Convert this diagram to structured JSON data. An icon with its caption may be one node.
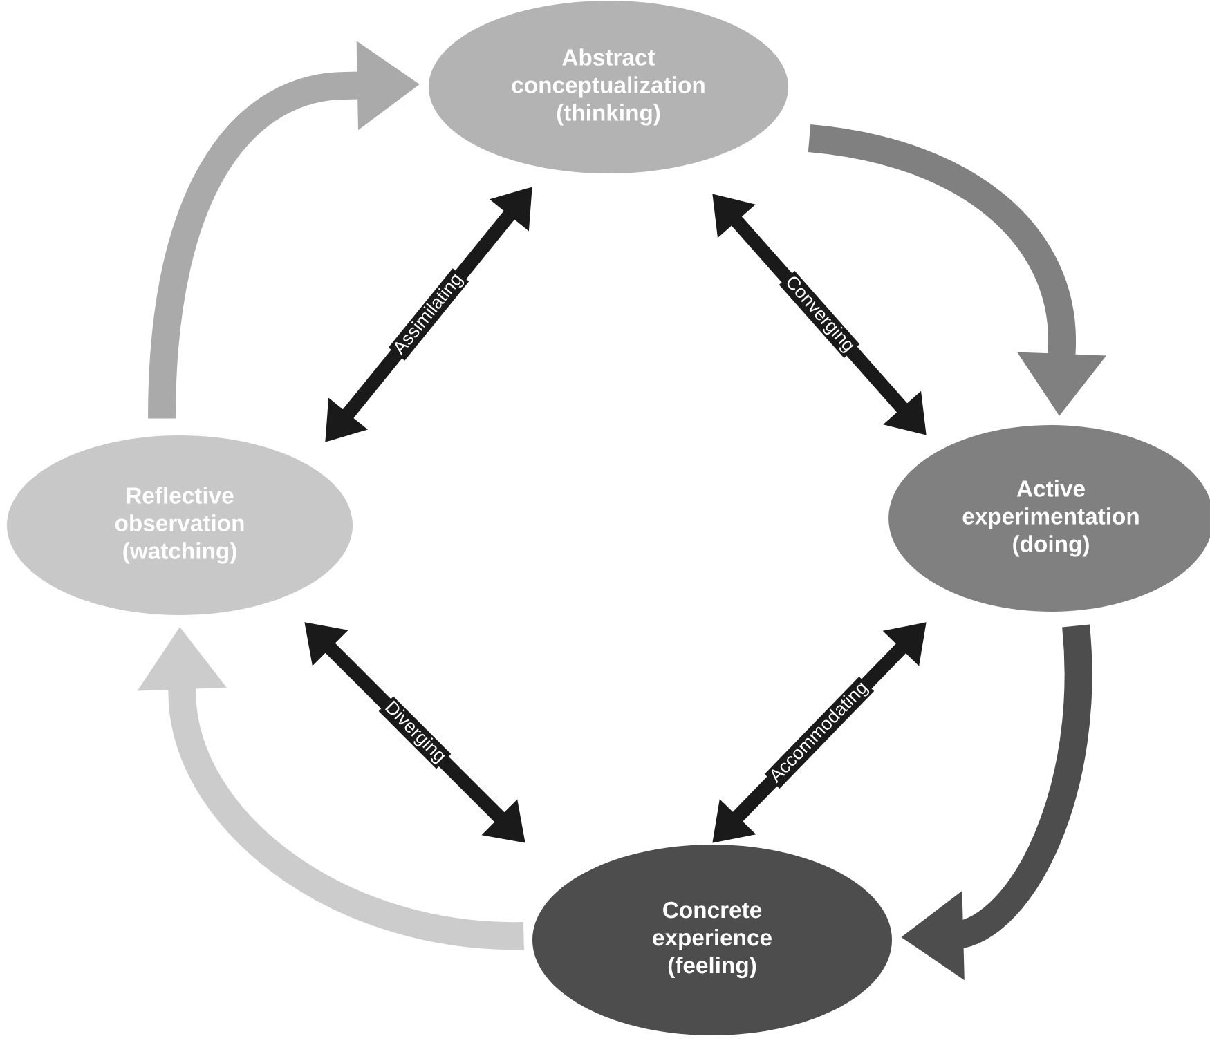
{
  "diagram": {
    "nodes": [
      {
        "text": [
          "Abstract conceptualization (thinking)"
        ]
      },
      {
        "text": [
          "Active experimentation (doing)"
        ]
      },
      {
        "text": [
          "Concrete experience (feeling)"
        ]
      },
      {
        "text": [
          "Reflective observation (watching)"
        ]
      }
    ],
    "edges": [
      {
        "from": 3,
        "to": 0,
        "arrow": "to",
        "style": "thick",
        "color": "#aaaaaa"
      },
      {
        "from": 0,
        "to": 1,
        "arrow": "to",
        "style": "thick",
        "color": "#808080"
      },
      {
        "from": 1,
        "to": 2,
        "arrow": "to",
        "style": "thick",
        "color": "#4d4d4d"
      },
      {
        "from": 2,
        "to": 3,
        "arrow": "to",
        "style": "thick",
        "color": "#cccccc"
      },
      {
        "from": 0,
        "to": 3,
        "arrow": "both",
        "label": "Assimilating",
        "color": "#1a1a1a"
      },
      {
        "from": 0,
        "to": 1,
        "arrow": "both",
        "label": "Converging",
        "color": "#1a1a1a"
      },
      {
        "from": 3,
        "to": 2,
        "arrow": "both",
        "label": "Diverging",
        "color": "#1a1a1a"
      },
      {
        "from": 1,
        "to": 2,
        "arrow": "both",
        "label": "Accommodating",
        "color": "#1a1a1a"
      }
    ]
  }
}
